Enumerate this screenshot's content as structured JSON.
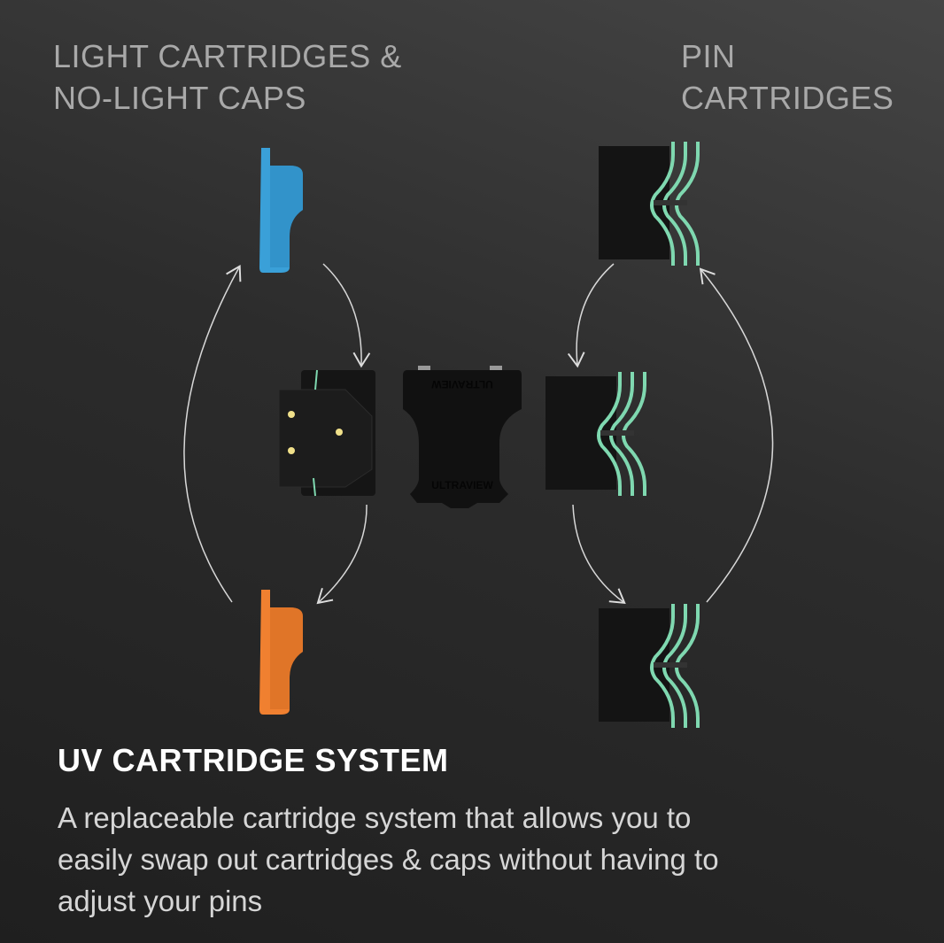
{
  "labels": {
    "left": [
      "LIGHT CARTRIDGES &",
      "NO-LIGHT CAPS"
    ],
    "right": [
      "PIN",
      "CARTRIDGES"
    ]
  },
  "title": "UV CARTRIDGE SYSTEM",
  "description": [
    "A replaceable cartridge system that allows you to",
    "easily swap out cartridges & caps without having to",
    "adjust your pins"
  ],
  "logo_text": "ULTRAVIEW",
  "colors": {
    "blue_cap": "#3aa0d8",
    "orange_cap": "#f08030",
    "pin_accent": "#7fd8b0",
    "led": "#f0e08a"
  }
}
